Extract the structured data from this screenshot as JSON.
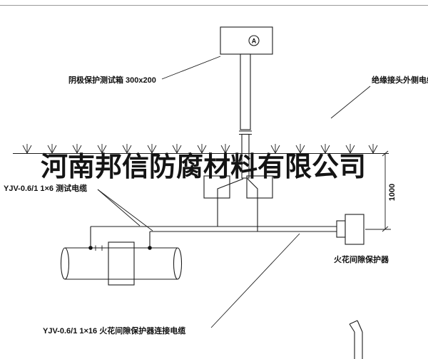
{
  "watermark": "河南邦信防腐材料有限公司",
  "labels": {
    "test_box": "阴极保护测试箱 300x200",
    "outer_cable": "绝缘接头外侧电缆",
    "test_cable": "YJV-0.6/1 1×6  测试电缆",
    "spark_protector": "火花间隙保护器",
    "spark_cable": "YJV-0.6/1 1×16  火花间隙保护器连接电缆",
    "ammeter": "A",
    "dim_depth": "1000"
  },
  "colors": {
    "line": "#1c1c1c",
    "page_border": "#9a9a9a",
    "watermark": "#141414"
  }
}
